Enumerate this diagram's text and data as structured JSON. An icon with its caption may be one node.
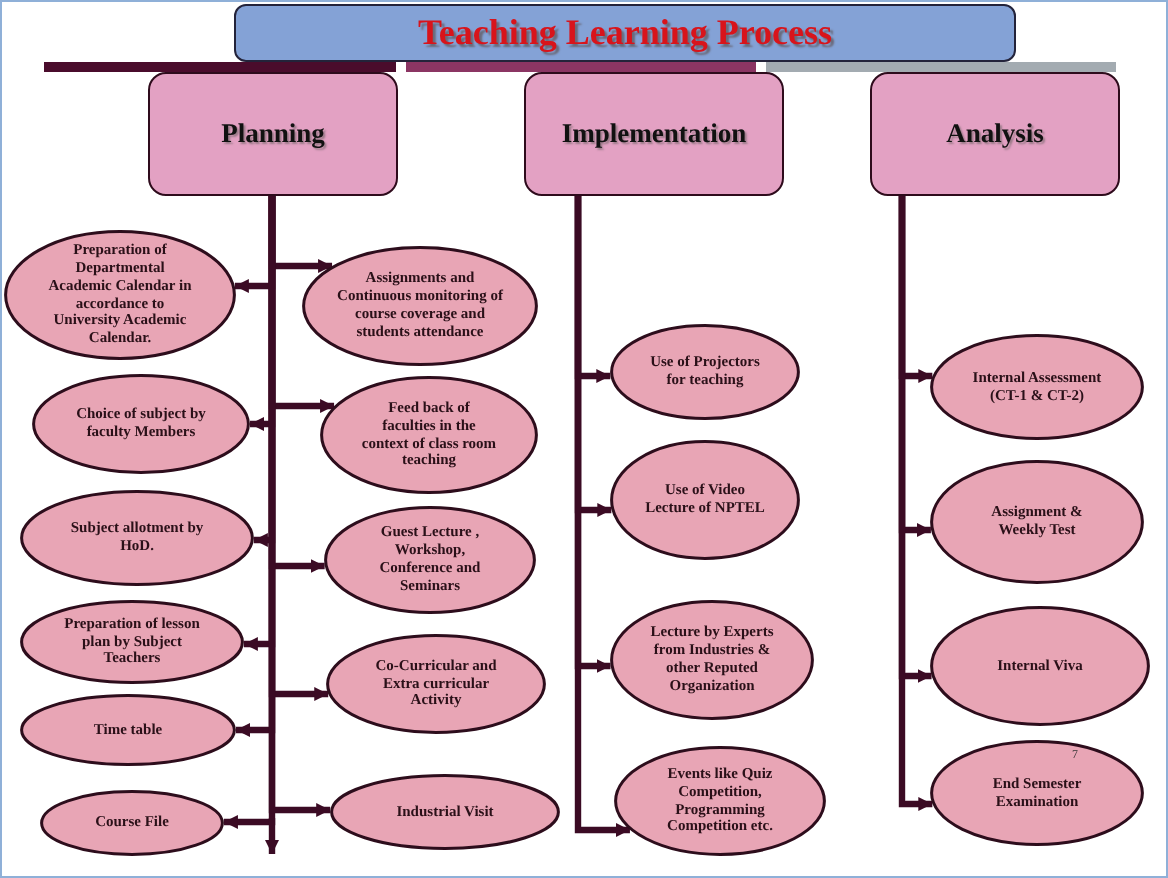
{
  "diagram": {
    "title": "Teaching Learning Process",
    "nodes": [
      {
        "text": [
          "Planning"
        ]
      },
      {
        "text": [
          "Implementation"
        ]
      },
      {
        "text": [
          "Analysis"
        ]
      },
      {
        "text": [
          "Preparation of Departmental Academic Calendar in accordance to University Academic Calendar."
        ]
      },
      {
        "text": [
          "Choice of subject by faculty Members"
        ]
      },
      {
        "text": [
          "Subject allotment by HoD."
        ]
      },
      {
        "text": [
          "Preparation of lesson plan by Subject Teachers"
        ]
      },
      {
        "text": [
          "Time table"
        ]
      },
      {
        "text": [
          "Course File"
        ]
      },
      {
        "text": [
          "Assignments and Continuous monitoring of course coverage and students attendance"
        ]
      },
      {
        "text": [
          "Feed back of faculties in the context of class room teaching"
        ]
      },
      {
        "text": [
          "Guest Lecture , Workshop, Conference and Seminars"
        ]
      },
      {
        "text": [
          "Co-Curricular and Extra curricular Activity"
        ]
      },
      {
        "text": [
          "Industrial Visit"
        ]
      },
      {
        "text": [
          "Use of Projectors for teaching"
        ]
      },
      {
        "text": [
          "Use of Video Lecture of NPTEL"
        ]
      },
      {
        "text": [
          "Lecture by Experts from Industries & other Reputed Organization"
        ]
      },
      {
        "text": [
          "Events like Quiz Competition, Programming Competition etc."
        ]
      },
      {
        "text": [
          "Internal Assessment (CT-1 & CT-2)"
        ]
      },
      {
        "text": [
          "Assignment & Weekly Test"
        ]
      },
      {
        "text": [
          "Internal Viva"
        ]
      },
      {
        "text": [
          "End Semester Examination"
        ]
      }
    ],
    "edges": [
      {
        "from": 0,
        "to": 3,
        "arrow": "to"
      },
      {
        "from": 0,
        "to": 4,
        "arrow": "to"
      },
      {
        "from": 0,
        "to": 5,
        "arrow": "to"
      },
      {
        "from": 0,
        "to": 6,
        "arrow": "to"
      },
      {
        "from": 0,
        "to": 7,
        "arrow": "to"
      },
      {
        "from": 0,
        "to": 8,
        "arrow": "to"
      },
      {
        "from": 0,
        "to": 9,
        "arrow": "to"
      },
      {
        "from": 0,
        "to": 10,
        "arrow": "to"
      },
      {
        "from": 0,
        "to": 11,
        "arrow": "to"
      },
      {
        "from": 0,
        "to": 12,
        "arrow": "to"
      },
      {
        "from": 0,
        "to": 13,
        "arrow": "to"
      },
      {
        "from": 1,
        "to": 14,
        "arrow": "to"
      },
      {
        "from": 1,
        "to": 15,
        "arrow": "to"
      },
      {
        "from": 1,
        "to": 16,
        "arrow": "to"
      },
      {
        "from": 1,
        "to": 17,
        "arrow": "to"
      },
      {
        "from": 2,
        "to": 18,
        "arrow": "to"
      },
      {
        "from": 2,
        "to": 19,
        "arrow": "to"
      },
      {
        "from": 2,
        "to": 20,
        "arrow": "to"
      },
      {
        "from": 2,
        "to": 21,
        "arrow": "to"
      }
    ],
    "labels": [
      "7"
    ]
  }
}
